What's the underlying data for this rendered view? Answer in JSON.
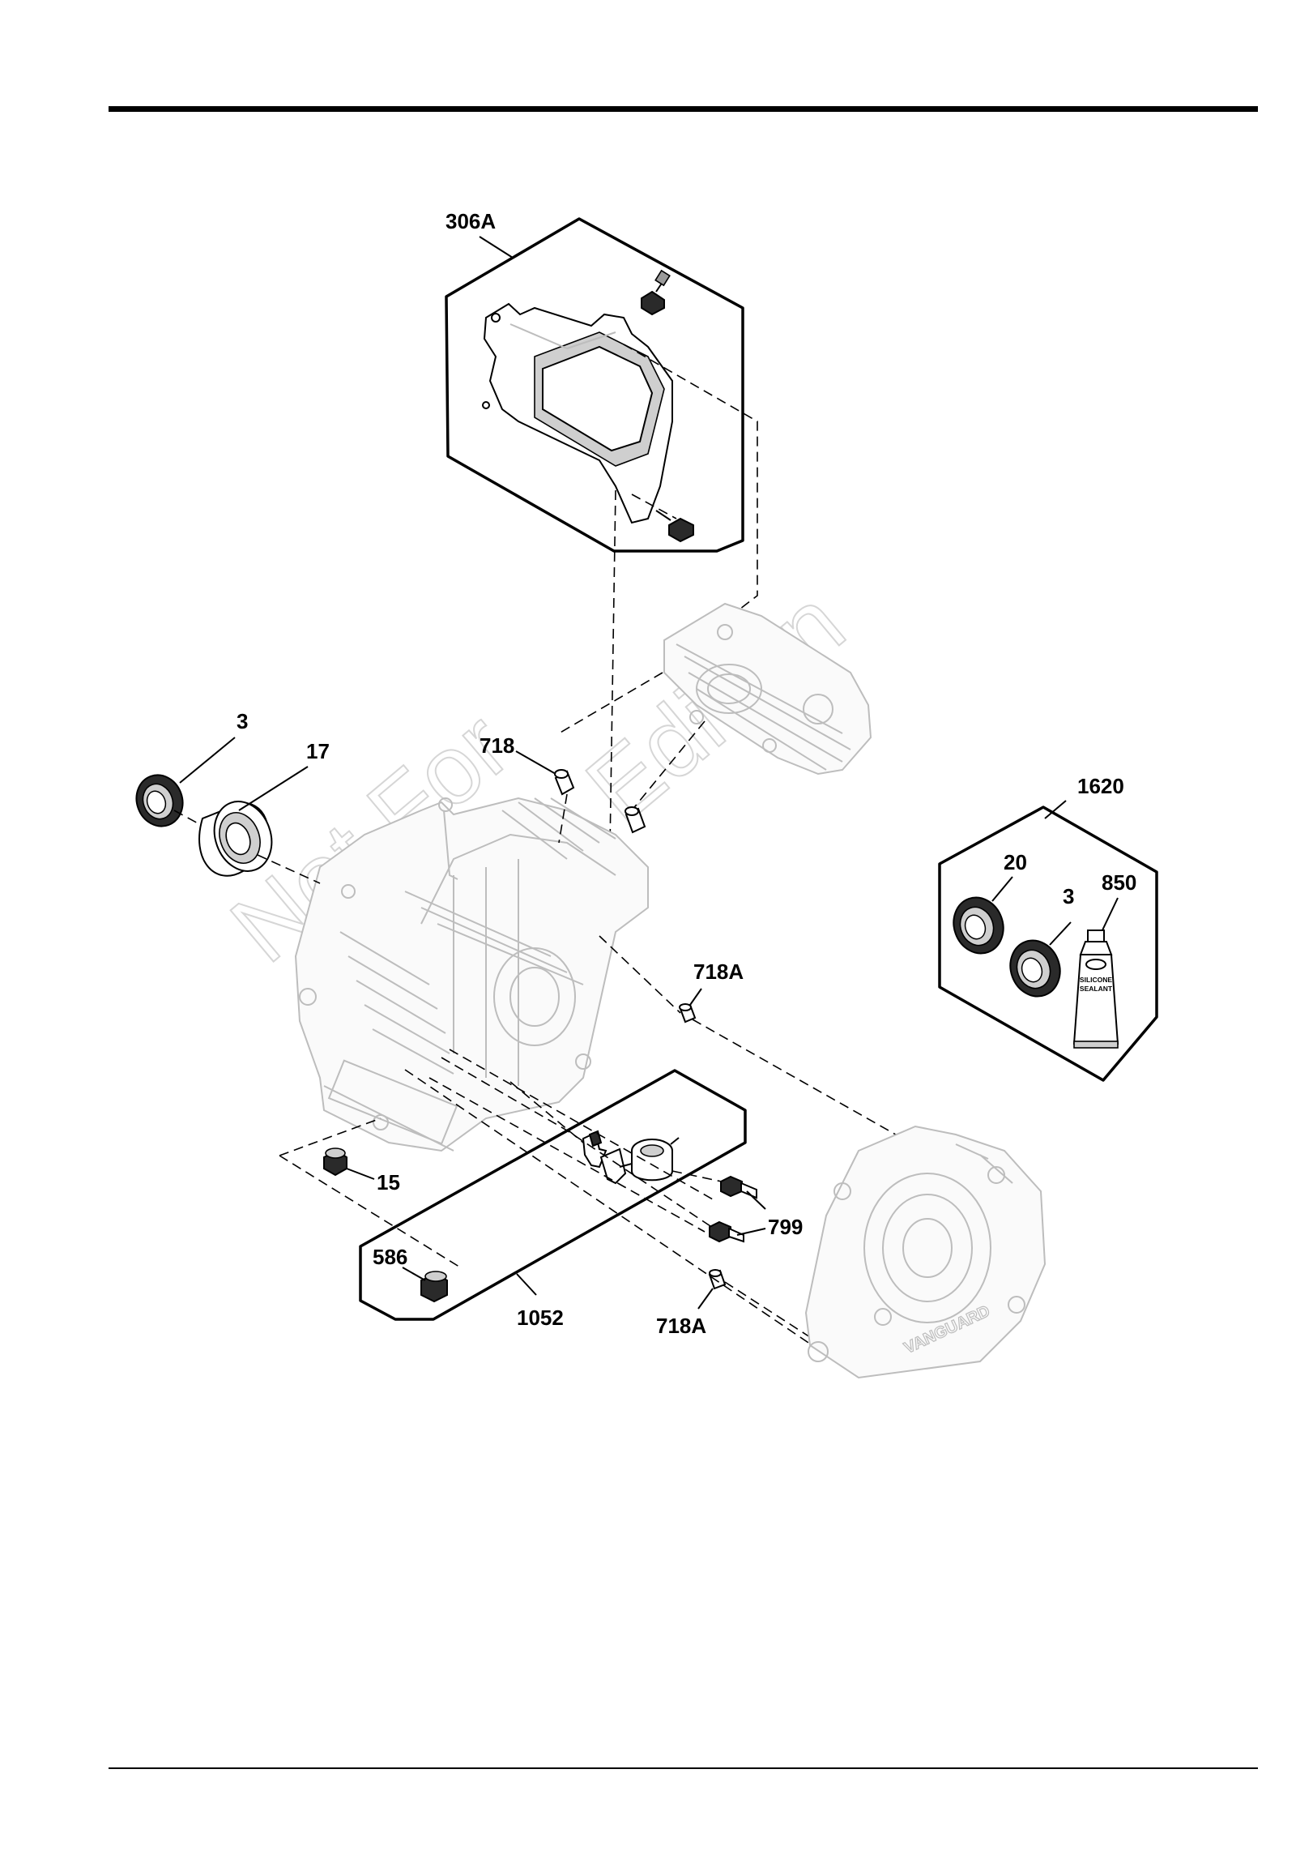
{
  "watermark": {
    "line1": "Not For",
    "line2": "Resale Edition"
  },
  "sealant_label": {
    "line1": "SILICONE",
    "line2": "SEALANT"
  },
  "cover_brand": "VANGUARD",
  "callouts": {
    "c306A": "306A",
    "c3_left": "3",
    "c17": "17",
    "c718": "718",
    "c1620": "1620",
    "c20": "20",
    "c3_kit": "3",
    "c850": "850",
    "c718A_upper": "718A",
    "c15": "15",
    "c799": "799",
    "c586": "586",
    "c1052": "1052",
    "c718A_lower": "718A"
  }
}
